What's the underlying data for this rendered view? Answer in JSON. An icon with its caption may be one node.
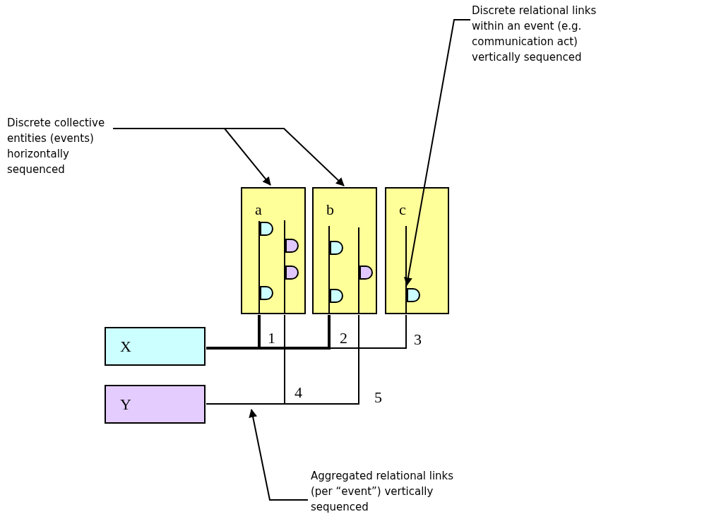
{
  "diagram": {
    "nodes": [
      {
        "text": [
          "Discrete relational links within an event (e.g. communication act) vertically sequenced"
        ]
      },
      {
        "text": [
          "Discrete collective entities (events) horizontally sequenced"
        ]
      },
      {
        "text": [
          "a"
        ]
      },
      {
        "text": [],
        "shape": "semicircle",
        "in": 2
      },
      {
        "text": [],
        "shape": "semicircle",
        "in": 2
      },
      {
        "text": [],
        "shape": "semicircle",
        "in": 2
      },
      {
        "text": [],
        "shape": "semicircle",
        "in": 2
      },
      {
        "text": [
          "b"
        ]
      },
      {
        "text": [],
        "shape": "semicircle",
        "in": 7
      },
      {
        "text": [],
        "shape": "semicircle",
        "in": 7
      },
      {
        "text": [],
        "shape": "semicircle",
        "in": 7
      },
      {
        "text": [
          "c"
        ]
      },
      {
        "text": [],
        "shape": "semicircle",
        "in": 11
      },
      {
        "text": [
          "X"
        ]
      },
      {
        "text": [
          "Y"
        ]
      },
      {
        "text": [
          "Aggregated relational links (per “event”) vertically sequenced"
        ]
      }
    ],
    "edges": [
      {
        "from": 1,
        "to": 2,
        "arrow": "to"
      },
      {
        "from": 1,
        "to": 7,
        "arrow": "to"
      },
      {
        "from": 0,
        "to": 12,
        "arrow": "to"
      },
      {
        "from": 13,
        "to": 2,
        "arrow": "none",
        "label": "1",
        "style": "thick"
      },
      {
        "from": 13,
        "to": 7,
        "arrow": "none",
        "label": "2",
        "style": "thick"
      },
      {
        "from": 13,
        "to": 11,
        "arrow": "none",
        "label": "3"
      },
      {
        "from": 14,
        "to": 2,
        "arrow": "none",
        "label": "4"
      },
      {
        "from": 14,
        "to": 7,
        "arrow": "none",
        "label": "5"
      },
      {
        "from": 15,
        "to": null,
        "arrow": "to"
      }
    ]
  }
}
